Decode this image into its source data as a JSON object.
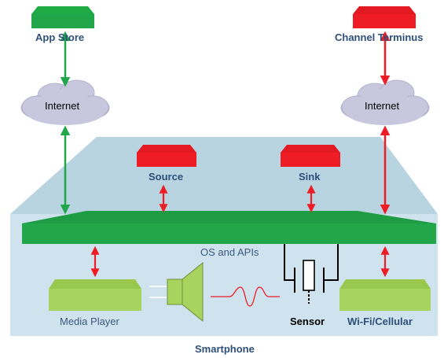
{
  "labels": {
    "app_store": "App Store",
    "channel_terminus": "Channel Terminus",
    "internet_left": "Internet",
    "internet_right": "Internet",
    "source": "Source",
    "sink": "Sink",
    "os_and_apis": "OS and APIs",
    "media_player": "Media Player",
    "sensor": "Sensor",
    "wifi_cellular": "Wi-Fi/Cellular",
    "smartphone": "Smartphone"
  },
  "colors": {
    "green": "#22a64a",
    "red": "#ee1c25",
    "light_green": "#a6d45e",
    "phone_panel": "#b7d4e0",
    "cloud": "#c9c7de",
    "title_blue": "#2e4f7a"
  }
}
